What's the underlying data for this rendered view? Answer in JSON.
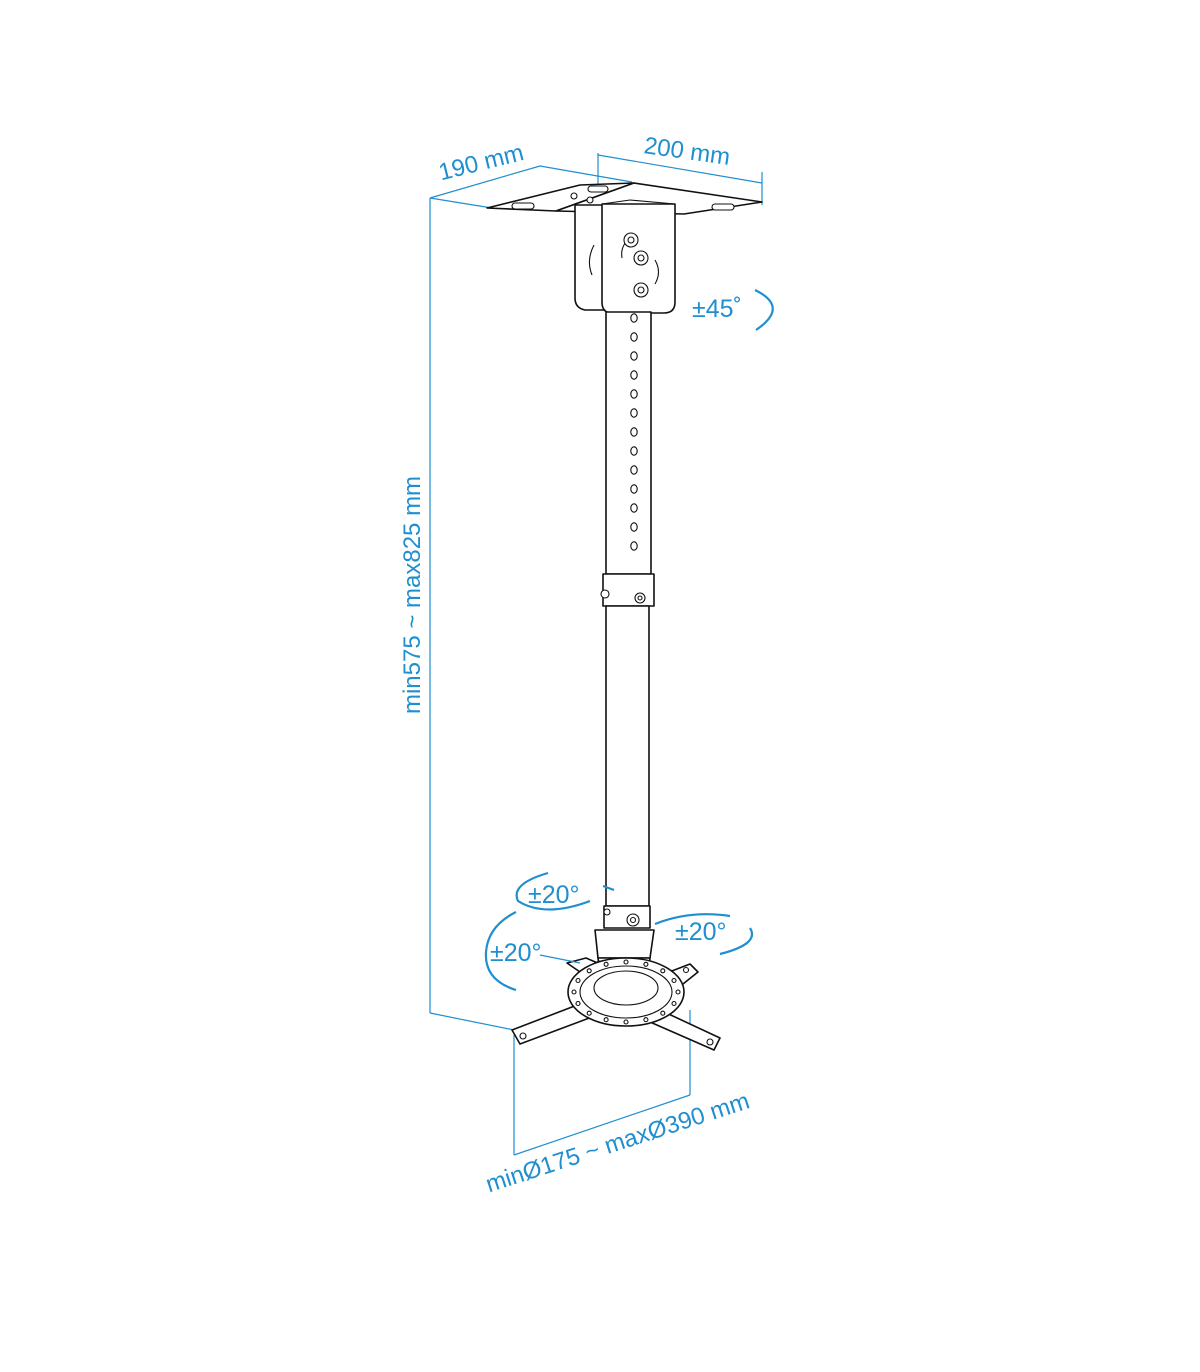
{
  "diagram": {
    "colors": {
      "dimension": "#1f8fd0",
      "outline": "#111111"
    },
    "dimensions": {
      "ceiling_plate_depth": "190 mm",
      "ceiling_plate_width": "200 mm",
      "pole_length": "min575 ~ max825 mm",
      "bracket_span": "minØ175 ~ maxØ390 mm"
    },
    "angles": {
      "top_tilt": "±45˚",
      "swivel": "±20°",
      "side_tilt": "±20°",
      "front_tilt": "±20°"
    }
  }
}
